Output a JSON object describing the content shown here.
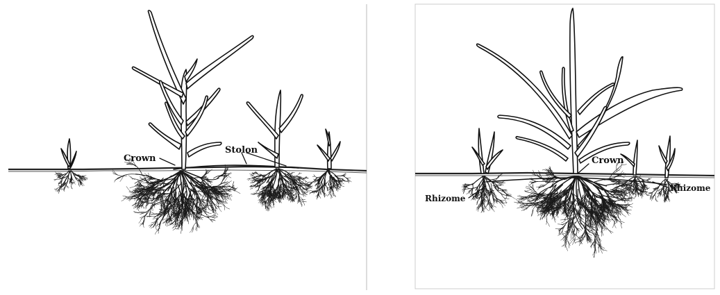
{
  "panels": [
    {
      "id": "stoloniferous",
      "labels": {
        "crown": "Crown",
        "stolon": "Stolon"
      }
    },
    {
      "id": "rhizomatous",
      "labels": {
        "crown": "Crown",
        "rhizome_left": "Rhizome",
        "rhizome_right": "Rhizome"
      }
    }
  ]
}
